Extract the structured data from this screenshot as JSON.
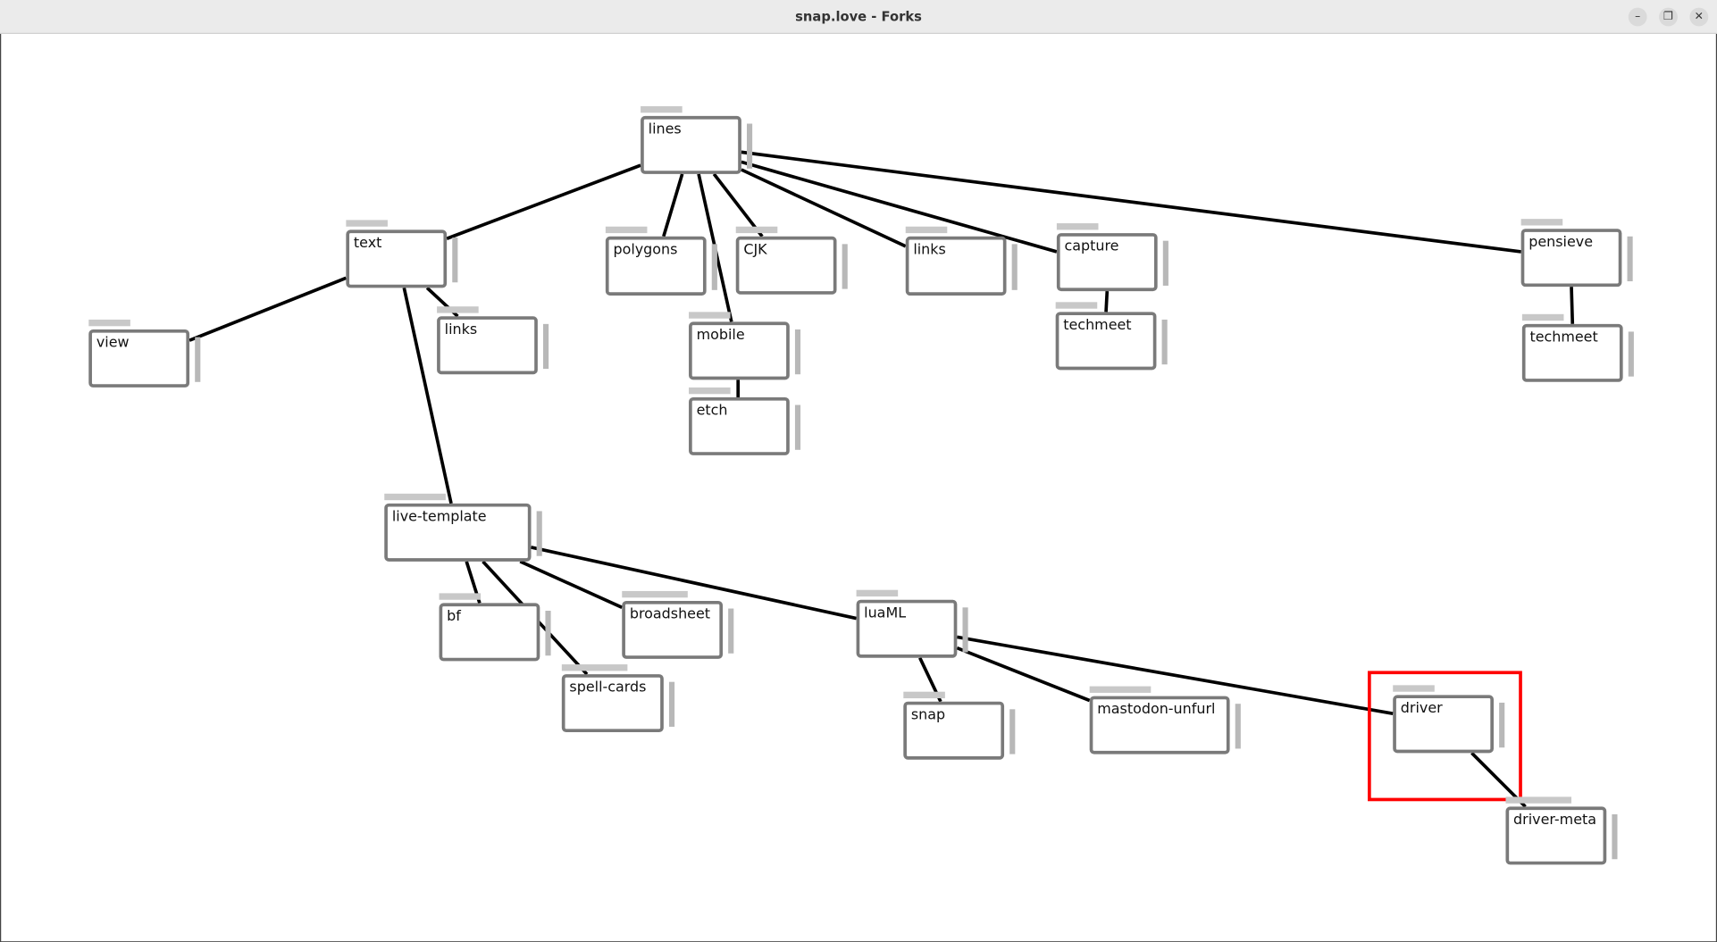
{
  "window": {
    "title": "snap.love - Forks",
    "minimize": "–",
    "maximize": "❐",
    "close": "✕"
  },
  "nodes": [
    {
      "id": "lines",
      "label": "lines"
    },
    {
      "id": "text",
      "label": "text"
    },
    {
      "id": "polygons",
      "label": "polygons"
    },
    {
      "id": "cjk",
      "label": "CJK"
    },
    {
      "id": "links1",
      "label": "links"
    },
    {
      "id": "capture",
      "label": "capture"
    },
    {
      "id": "pensieve",
      "label": "pensieve"
    },
    {
      "id": "view",
      "label": "view"
    },
    {
      "id": "links2",
      "label": "links"
    },
    {
      "id": "mobile",
      "label": "mobile"
    },
    {
      "id": "techmeet1",
      "label": "techmeet"
    },
    {
      "id": "techmeet2",
      "label": "techmeet"
    },
    {
      "id": "etch",
      "label": "etch"
    },
    {
      "id": "live-template",
      "label": "live-template"
    },
    {
      "id": "bf",
      "label": "bf"
    },
    {
      "id": "broadsheet",
      "label": "broadsheet"
    },
    {
      "id": "luaml",
      "label": "luaML"
    },
    {
      "id": "spell-cards",
      "label": "spell-cards"
    },
    {
      "id": "snap",
      "label": "snap"
    },
    {
      "id": "mastodon-unfurl",
      "label": "mastodon-unfurl"
    },
    {
      "id": "driver",
      "label": "driver",
      "highlighted": true
    },
    {
      "id": "driver-meta",
      "label": "driver-meta"
    }
  ],
  "edges": [
    [
      "lines",
      "text"
    ],
    [
      "lines",
      "polygons"
    ],
    [
      "lines",
      "mobile"
    ],
    [
      "lines",
      "cjk"
    ],
    [
      "lines",
      "links1"
    ],
    [
      "lines",
      "capture"
    ],
    [
      "lines",
      "pensieve"
    ],
    [
      "text",
      "view"
    ],
    [
      "text",
      "links2"
    ],
    [
      "text",
      "live-template"
    ],
    [
      "capture",
      "techmeet1"
    ],
    [
      "pensieve",
      "techmeet2"
    ],
    [
      "mobile",
      "etch"
    ],
    [
      "live-template",
      "bf"
    ],
    [
      "live-template",
      "spell-cards"
    ],
    [
      "live-template",
      "broadsheet"
    ],
    [
      "live-template",
      "luaml"
    ],
    [
      "luaml",
      "snap"
    ],
    [
      "luaml",
      "mastodon-unfurl"
    ],
    [
      "luaml",
      "driver"
    ],
    [
      "driver",
      "driver-meta"
    ]
  ],
  "colors": {
    "highlight": "#ff0000",
    "node_border": "#7a7a7a",
    "edge": "#000000"
  }
}
